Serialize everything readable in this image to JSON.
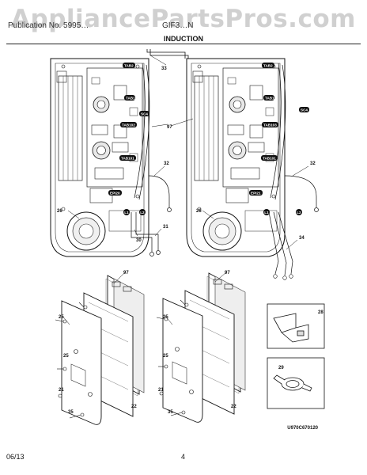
{
  "watermark": "AppliancePartsPros.com",
  "header": {
    "left_text": "Publication No. 5995…",
    "right_text": "GIF3…N",
    "section_title": "INDUCTION"
  },
  "callouts": {
    "n33": "33",
    "n97a": "97",
    "n97b": "97",
    "n97c": "97",
    "n32a": "32",
    "n32b": "32",
    "n26a": "26",
    "n26b": "26",
    "n30": "30",
    "n31": "31",
    "n34": "34",
    "n25a": "25",
    "n25b": "25",
    "n25c": "25",
    "n25d": "25",
    "n21a": "21",
    "n21b": "21",
    "n35a": "35",
    "n35b": "35",
    "n22a": "22",
    "n22b": "22",
    "n28": "28",
    "n29": "29"
  },
  "tags": {
    "tab2a": "TAB2",
    "tab1a": "TAB1",
    "sc4a": "SC4",
    "tab102a": "TAB102",
    "tab101a": "TAB101",
    "epi20a": "EPI20",
    "l1a": "L1",
    "l2a": "L2",
    "tab2b": "TAB2",
    "tab1b": "TAB1",
    "sc4b": "SC4",
    "tab103b": "TAB103",
    "tab101b": "TAB101",
    "epi21b": "EPI21",
    "l1b": "L1",
    "l2b": "L2"
  },
  "reference_code": "U970C670120",
  "footer": {
    "date": "06/13",
    "page": "4"
  }
}
